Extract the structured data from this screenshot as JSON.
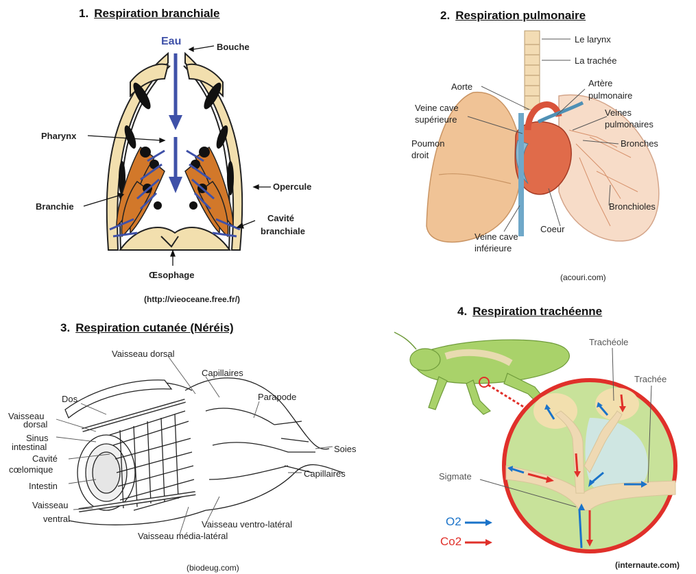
{
  "panel1": {
    "number": "1.",
    "title": "Respiration branchiale",
    "labels": {
      "eau": "Eau",
      "bouche": "Bouche",
      "pharynx": "Pharynx",
      "operculeLabel": "Opercule",
      "branchie": "Branchie",
      "cavite": [
        "Cavité",
        "branchiale"
      ],
      "oesophage": "Œsophage"
    },
    "source": "(http://vieoceane.free.fr/)"
  },
  "panel2": {
    "number": "2.",
    "title": "Respiration pulmonaire",
    "labels": {
      "larynx": "Le larynx",
      "trachee": "La trachée",
      "aorte": "Aorte",
      "artere": [
        "Artère",
        "pulmonaire"
      ],
      "veineCaveSup": [
        "Veine cave",
        "supérieure"
      ],
      "veinesPulm": [
        "Veines",
        "pulmonaires"
      ],
      "poumon": [
        "Poumon",
        "droit"
      ],
      "bronches": "Bronches",
      "bronchioles": "Bronchioles",
      "coeur": "Coeur",
      "veineCaveInf": [
        "Veine cave",
        "inférieure"
      ]
    },
    "source": "(acouri.com)"
  },
  "panel3": {
    "number": "3.",
    "title": "Respiration cutanée (Néréis)",
    "labels": {
      "vaisseauDorsalTop": "Vaisseau dorsal",
      "capillairesTop": "Capillaires",
      "dos": "Dos",
      "parapode": "Parapode",
      "vaisseauDorsal": [
        "Vaisseau",
        "dorsal"
      ],
      "sinus": [
        "Sinus",
        "intestinal"
      ],
      "soies": "Soies",
      "cavite": [
        "Cavité",
        "cœlomique"
      ],
      "capillairesRight": "Capillaires",
      "intestin": "Intestin",
      "vaisseauVentral": [
        "Vaisseau",
        "ventral"
      ],
      "ventroLateral": "Vaisseau ventro-latéral",
      "mediaLateral": "Vaisseau média-latéral"
    },
    "source": "(biodeug.com)"
  },
  "panel4": {
    "number": "4.",
    "title": "Respiration trachéenne",
    "labels": {
      "tracheole": "Trachéole",
      "trachee": "Trachée",
      "sigmate": "Sigmate",
      "o2": "O2",
      "co2": "Co2"
    },
    "source": "(internaute.com)"
  },
  "colors": {
    "water_arrow": "#3f51a8",
    "gill": "#d2782a",
    "tissue": "#f2dfae",
    "o2": "#1a73c9",
    "co2": "#e0301e",
    "lung": "#f0c396",
    "insect": "#a9d26a",
    "circle": "#e0302a"
  }
}
